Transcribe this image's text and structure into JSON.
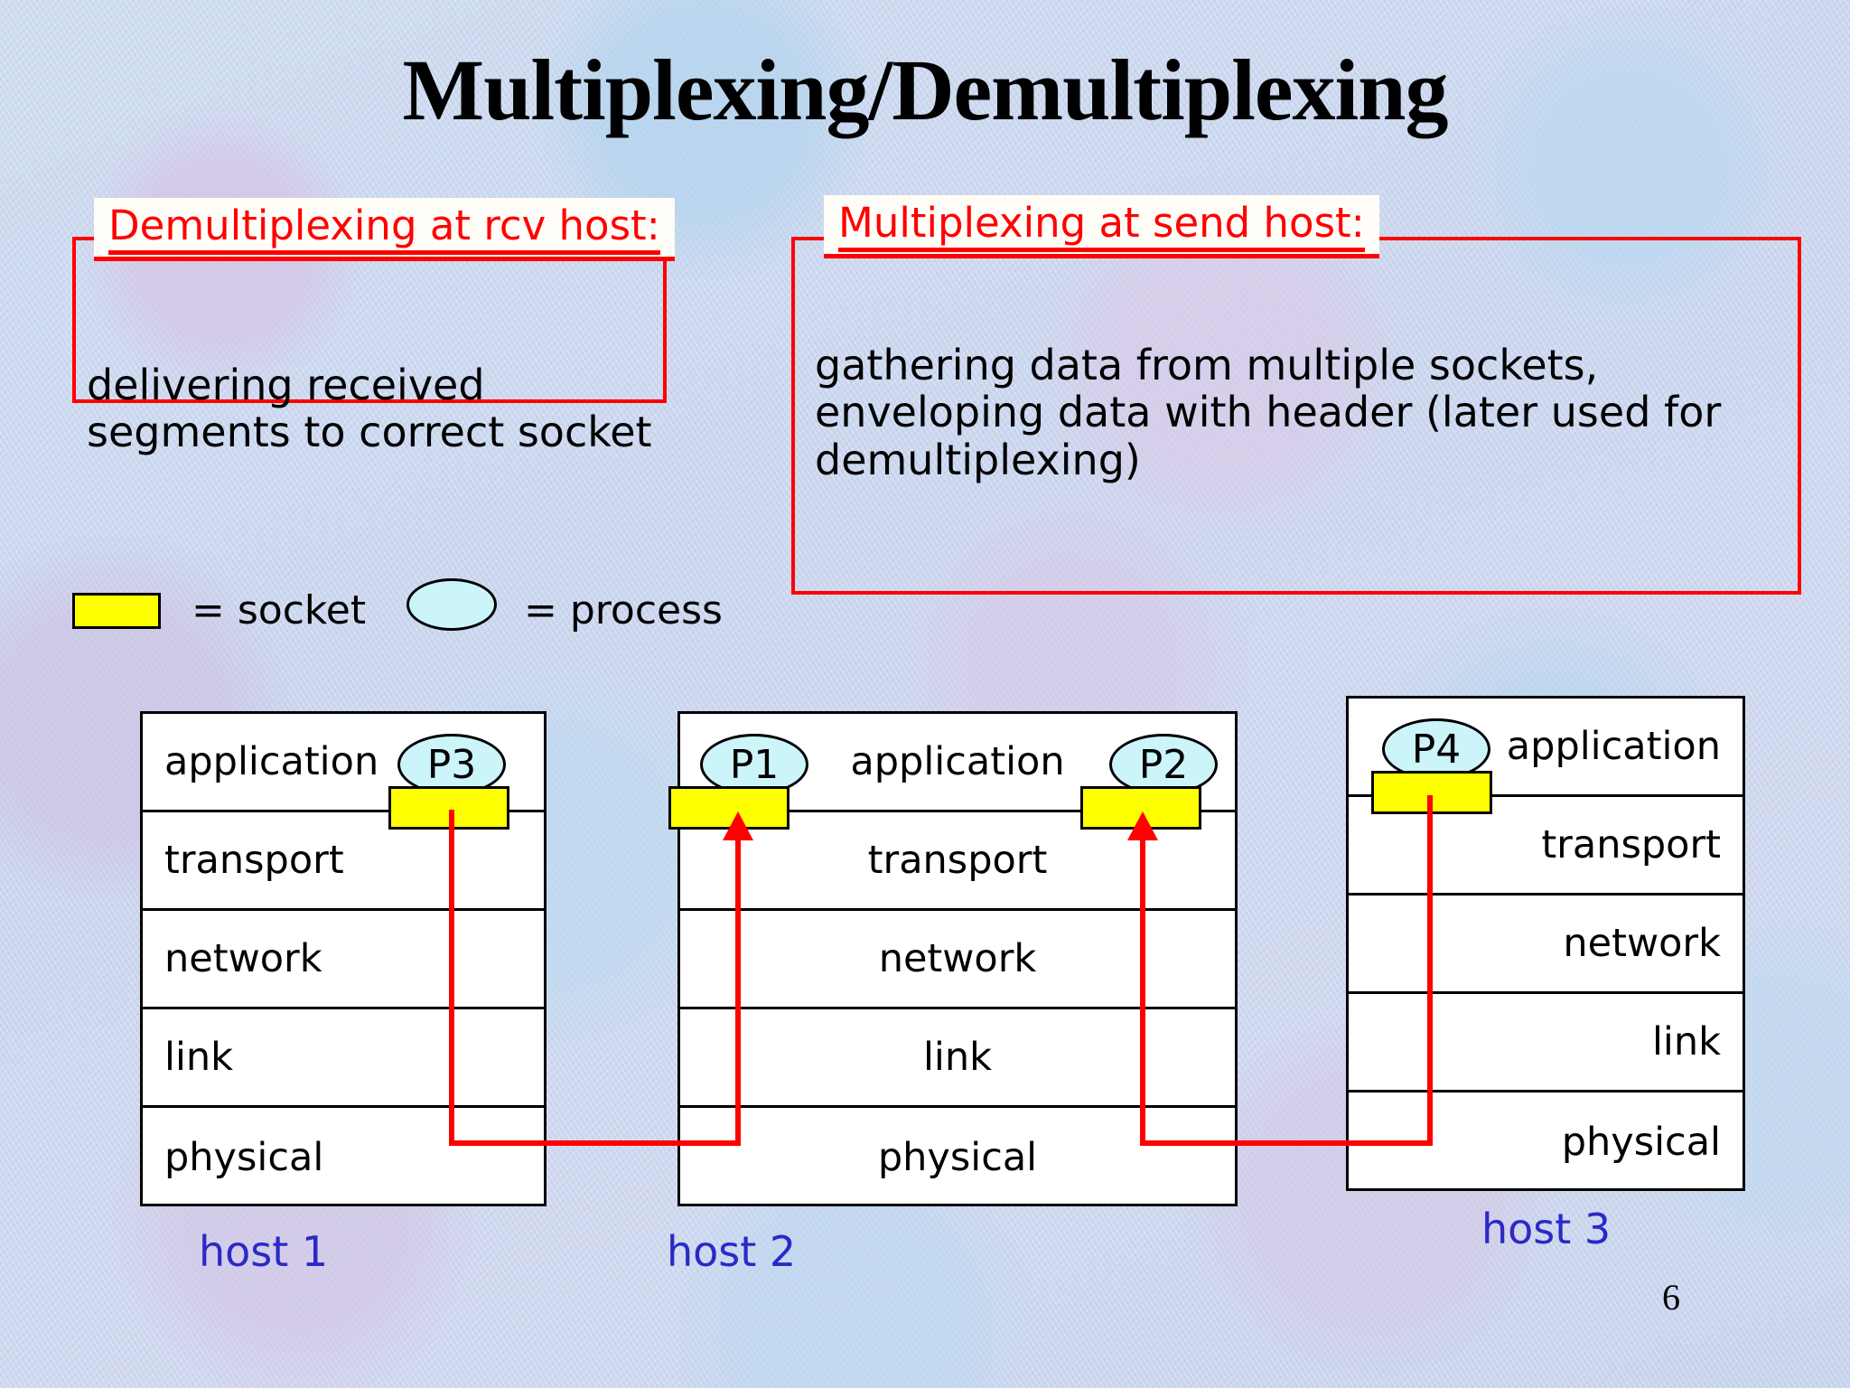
{
  "slide": {
    "title": "Multiplexing/Demultiplexing",
    "page_number": "6",
    "colors": {
      "background": "#c9d6ee",
      "callout_border": "#ff0000",
      "heading_text": "#ff0000",
      "heading_band": "#fffdf7",
      "body_text": "#000000",
      "socket_fill": "#ffff00",
      "process_fill": "#ccf5fa",
      "wire": "#ff0000",
      "host_caption": "#2a29c8"
    }
  },
  "callouts": {
    "demultiplexing": {
      "heading": "Demultiplexing at rcv host:",
      "body": "delivering received segments to correct socket"
    },
    "multiplexing": {
      "heading": "Multiplexing at send host:",
      "body": "gathering data from multiple sockets, enveloping data with header (later used for demultiplexing)"
    }
  },
  "legend": {
    "socket": {
      "shape": "yellow-rectangle",
      "label": "= socket"
    },
    "process": {
      "shape": "cyan-ellipse",
      "label": "= process"
    }
  },
  "hosts": [
    {
      "caption": "host 1",
      "align": "left",
      "layers": [
        "application",
        "transport",
        "network",
        "link",
        "physical"
      ],
      "processes": [
        {
          "name": "P3",
          "has_socket": true
        }
      ]
    },
    {
      "caption": "host 2",
      "align": "center",
      "layers": [
        "application",
        "transport",
        "network",
        "link",
        "physical"
      ],
      "processes": [
        {
          "name": "P1",
          "has_socket": true
        },
        {
          "name": "P2",
          "has_socket": true
        }
      ]
    },
    {
      "caption": "host 3",
      "align": "right",
      "layers": [
        "application",
        "transport",
        "network",
        "link",
        "physical"
      ],
      "processes": [
        {
          "name": "P4",
          "has_socket": true
        }
      ]
    }
  ]
}
